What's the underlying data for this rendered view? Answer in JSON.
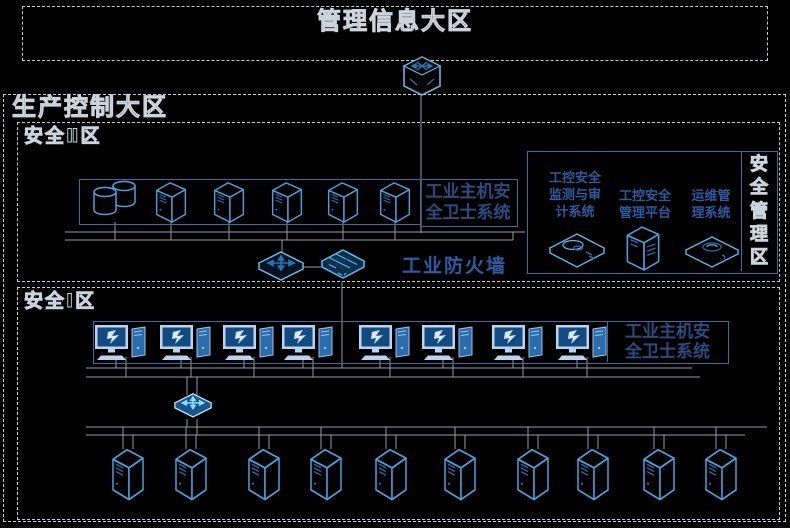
{
  "zones": {
    "mgmt_info": {
      "title": "管理信息大区"
    },
    "prod_ctrl": {
      "title": "生产控制大区"
    },
    "sec2": {
      "title": "安全Ⅱ区"
    },
    "sec1": {
      "title": "安全Ⅰ区"
    },
    "sec_mgmt": {
      "title": "安全管理区",
      "title_chars": [
        "安",
        "全",
        "管",
        "理",
        "区"
      ]
    }
  },
  "labels": {
    "host_guard_upper": {
      "line1": "工业主机安",
      "line2": "全卫士系统"
    },
    "host_guard_lower": {
      "line1": "工业主机安",
      "line2": "全卫士系统"
    },
    "firewall": "工业防火墙"
  },
  "sec_mgmt_systems": [
    {
      "name": "工控安全监测与审计系统",
      "lines": [
        "工控安全",
        "监测与审",
        "计系统"
      ],
      "icon": "audit-appliance-icon"
    },
    {
      "name": "工控安全管理平台",
      "lines": [
        "工控安全",
        "管理平台"
      ],
      "icon": "mgmt-platform-server-icon"
    },
    {
      "name": "运维管理系统",
      "lines": [
        "运维管",
        "理系统"
      ],
      "icon": "ops-appliance-icon"
    }
  ],
  "devices": {
    "router_count": 1,
    "sec2_row": {
      "database_count": 1,
      "server_count": 5
    },
    "switch_count": 2,
    "firewall_count": 1,
    "workstation_count": 8,
    "bottom_server_count": 10
  },
  "colors": {
    "background": "#000000",
    "zone_dash": "#c6ccd4",
    "box_border": "#3f6ba3",
    "label_text": "#2b4c80",
    "firewall_label_text": "#2d5ca6",
    "icon_light_blue": "#4aa0dd",
    "icon_cyan": "#6cb8e8",
    "icon_dark_blue": "#2e6fad",
    "workstation_fill": "#2a6cad",
    "line_gray": "#959ba3"
  }
}
